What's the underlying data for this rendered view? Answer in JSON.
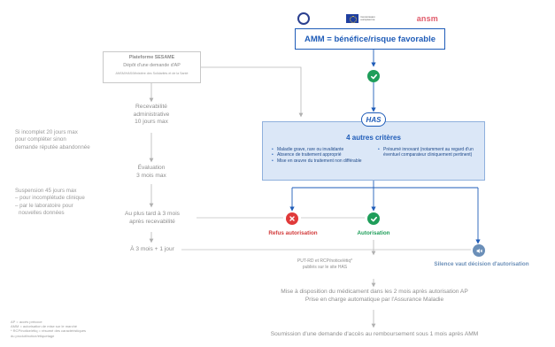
{
  "header": {
    "eu_logo_text": "Commission européenne",
    "ansm_logo": "ansm"
  },
  "amm_box": {
    "text": "AMM  =  bénéfice/risque favorable"
  },
  "has": {
    "logo": "HAS",
    "title": "4 autres critères",
    "criteria_left": [
      "Maladie grave, rare ou invalidante",
      "Absence de traitement approprié",
      "Mise en œuvre du traitement non différable"
    ],
    "criteria_right": [
      "Présumé innovant (notamment au regard d'un éventuel comparateur cliniquement pertinent)"
    ]
  },
  "platform": {
    "title": "Plateforme SESAME",
    "subtitle": "Dépôt d'une demande d'AP",
    "small": "ANSM/HAS/Ministère des Solidarités et de la Santé"
  },
  "steps": {
    "recevabilite_1": "Recevabilité",
    "recevabilite_2": "administrative",
    "recevabilite_3": "10 jours max",
    "incomplet_1": "Si incomplet 20 jours max",
    "incomplet_2": "pour compléter sinon",
    "incomplet_3": "demande réputée abandonnée",
    "evaluation_1": "Évaluation",
    "evaluation_2": "3 mois max",
    "suspension_1": "Suspension 45 jours max",
    "suspension_2": "– pour incomplétude clinique",
    "suspension_3": "– par le laboratoire pour",
    "suspension_4": "nouvelles données",
    "au_plus_tard_1": "Au plus tard à 3 mois",
    "au_plus_tard_2": "après recevabilité",
    "a_trois_mois": "À 3 mois + 1 jour"
  },
  "outcomes": {
    "refus": "Refus autorisation",
    "autorisation": "Autorisation",
    "silence": "Silence vaut décision d'autorisation"
  },
  "publication": {
    "line1": "PUT-RD et RCP/notice/étiq*",
    "line2": "publiés sur le site HAS"
  },
  "mise_a_disposition": {
    "line1": "Mise à disposition du médicament dans les 2 mois après autorisation AP",
    "line2": "Prise en charge automatique par l'Assurance Maladie"
  },
  "soumission": "Soumission d'une demande d'accès au remboursement sous 1 mois après AMM",
  "footnotes": [
    "AP = accès précoce",
    "AMM = autorisation de mise sur le marché",
    "* RCP/notice/étiq = résumé des caractéristiques",
    "du produit/notice/étiquetage"
  ],
  "colors": {
    "blue": "#1f5cb8",
    "green": "#1f9e5a",
    "red": "#e03a3a",
    "light_blue_bg": "#dbe7f7",
    "mute_blue": "#6b8fb8"
  },
  "icons": [
    "gov-logo-icon",
    "eu-flag-icon",
    "check-icon",
    "cross-icon",
    "mute-icon"
  ]
}
